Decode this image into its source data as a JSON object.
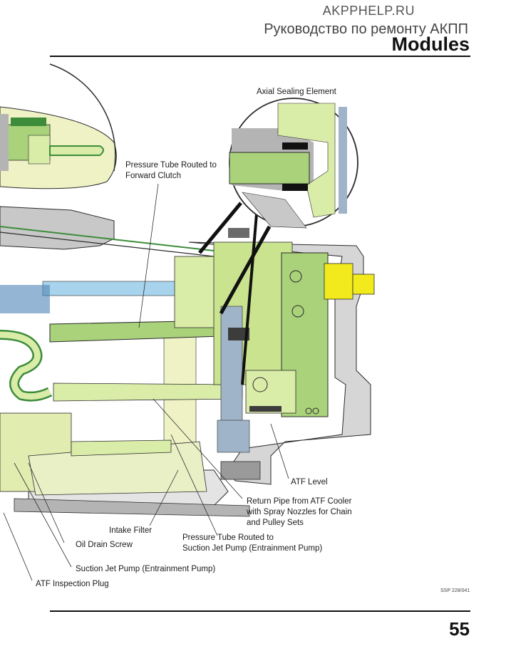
{
  "header": {
    "site": "AKPPHELP.RU",
    "subtitle": "Руководство по ремонту АКПП",
    "title": "Modules"
  },
  "diagram": {
    "labels": {
      "axial_sealing": "Axial Sealing Element",
      "pressure_forward_1": "Pressure Tube Routed to",
      "pressure_forward_2": "Forward Clutch",
      "atf_level": "ATF Level",
      "return_pipe_1": "Return Pipe from ATF Cooler",
      "return_pipe_2": "with Spray Nozzles for Chain",
      "return_pipe_3": "and Pulley Sets",
      "intake_filter": "Intake Filter",
      "pressure_suction_1": "Pressure Tube Routed to",
      "pressure_suction_2": "Suction Jet Pump (Entrainment Pump)",
      "oil_drain": "Oil Drain Screw",
      "suction_jet": "Suction Jet Pump (Entrainment Pump)",
      "atf_plug": "ATF Inspection Plug"
    },
    "figure_id": "SSP 228/041",
    "colors": {
      "light_green": "#d9eca8",
      "mid_green": "#a9d27a",
      "dark_green": "#3c8c3a",
      "pale_yellow": "#eef2c4",
      "yellow": "#f2ea1c",
      "blue": "#a7d4ec",
      "steel_blue": "#9fb4c9",
      "gray": "#b4b4b4",
      "dark": "#2b2b2b"
    }
  },
  "footer": {
    "page_number": "55"
  }
}
